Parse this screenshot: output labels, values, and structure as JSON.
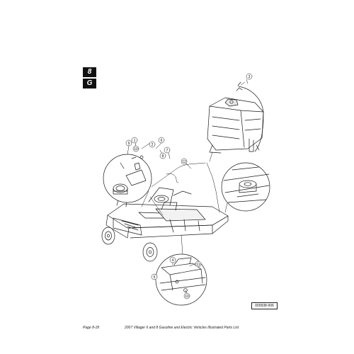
{
  "tabs": {
    "section": "8",
    "letter": "G"
  },
  "callouts": [
    "1",
    "2",
    "3",
    "4",
    "5",
    "6",
    "7",
    "8",
    "9",
    "10",
    "10",
    "11",
    "12"
  ],
  "figure_code": "000938-006",
  "footer": {
    "page": "Page 8-18",
    "title": "2007 Villager 6 and 8 Gasoline and Electric Vehicles Illustrated Parts List"
  }
}
